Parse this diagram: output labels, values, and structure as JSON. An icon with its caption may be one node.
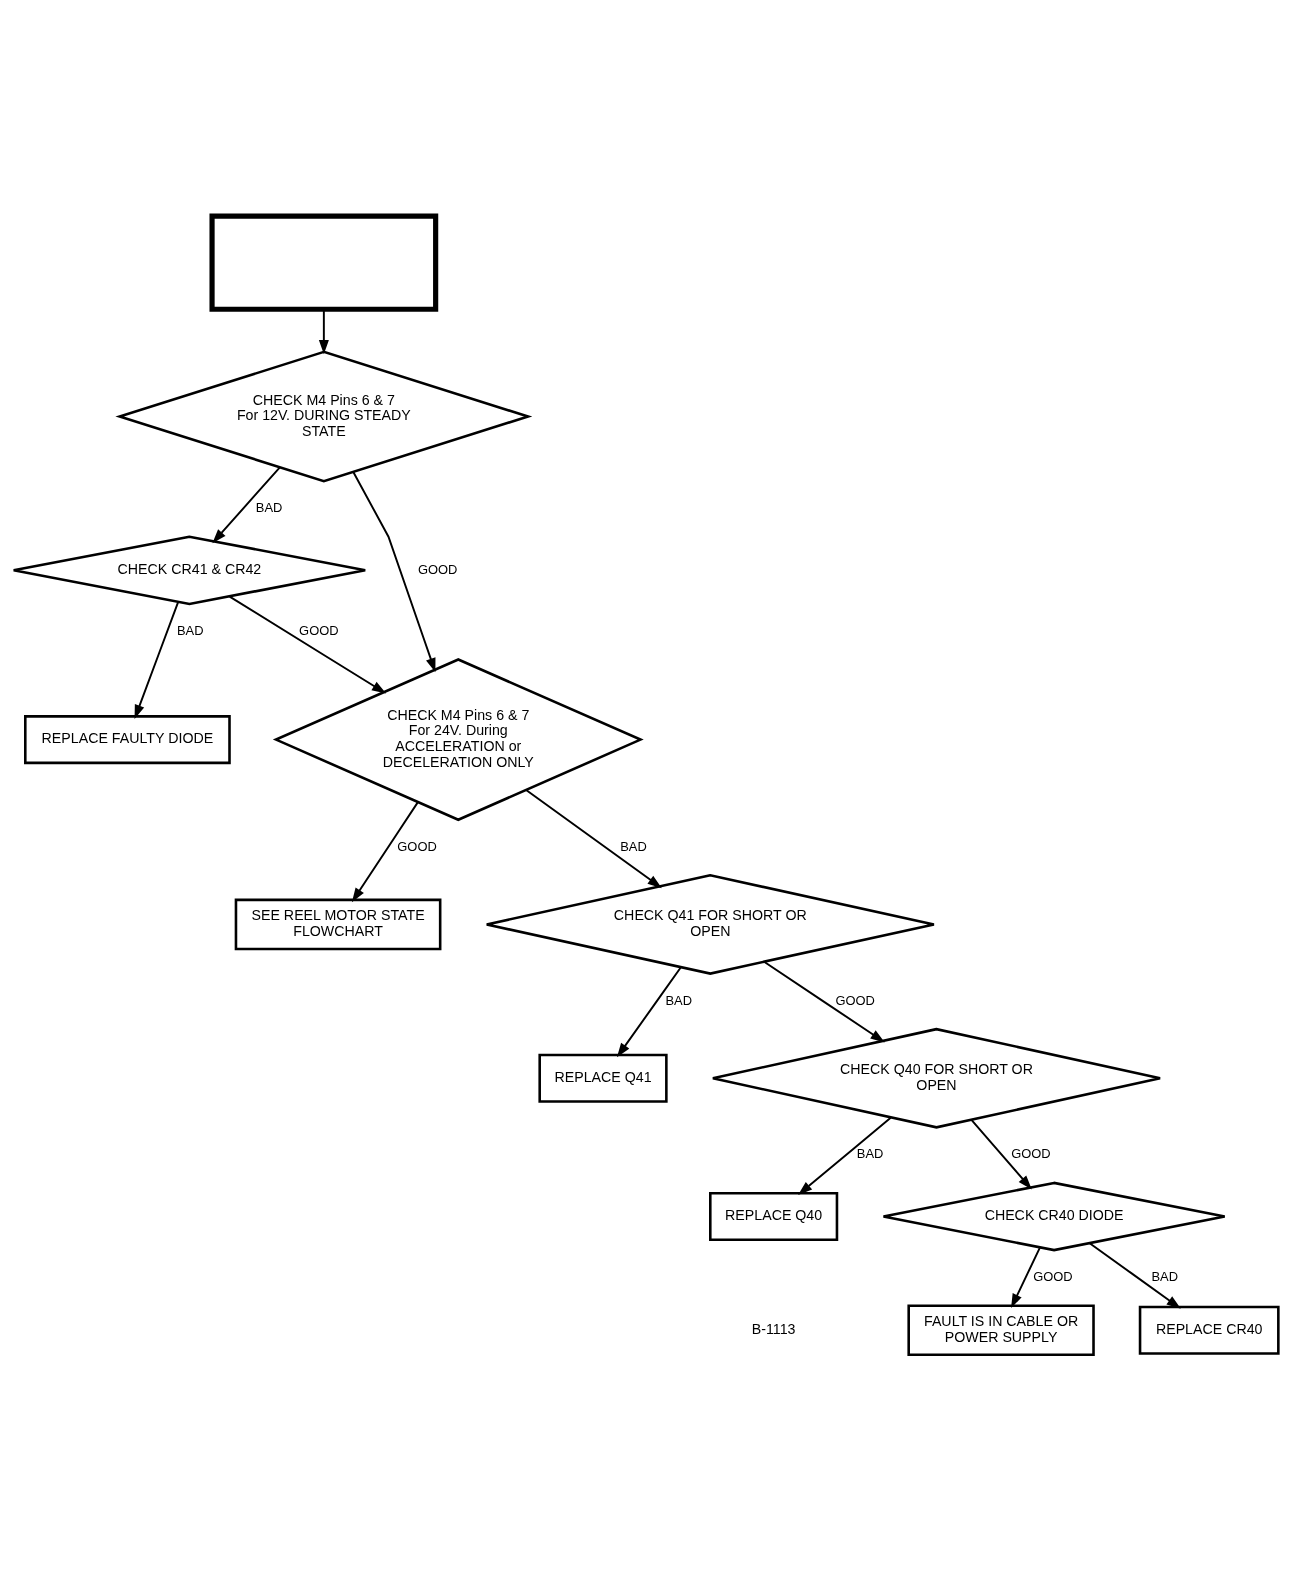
{
  "diagram": {
    "nodes": [
      {
        "text": [],
        "shape": "box"
      },
      {
        "text": [
          "CHECK M4 Pins 6 & 7 For 12V. DURING STEADY STATE"
        ]
      },
      {
        "text": [
          "CHECK CR41 & CR42"
        ]
      },
      {
        "text": [
          "REPLACE FAULTY DIODE"
        ]
      },
      {
        "text": [
          "CHECK M4 Pins 6 & 7 For 24V. During ACCELERATION or DECELERATION ONLY"
        ]
      },
      {
        "text": [
          "SEE REEL MOTOR STATE FLOWCHART"
        ]
      },
      {
        "text": [
          "CHECK Q41 FOR SHORT OR OPEN"
        ]
      },
      {
        "text": [
          "REPLACE Q41"
        ]
      },
      {
        "text": [
          "CHECK Q40 FOR SHORT OR OPEN"
        ]
      },
      {
        "text": [
          "REPLACE Q40"
        ]
      },
      {
        "text": [
          "CHECK CR40 DIODE"
        ]
      },
      {
        "text": [
          "FAULT IS IN CABLE OR POWER SUPPLY"
        ]
      },
      {
        "text": [
          "REPLACE CR40"
        ]
      }
    ],
    "edges": [
      {
        "from": 0,
        "to": 1,
        "arrow": "to"
      },
      {
        "from": 1,
        "to": 2,
        "arrow": "to",
        "label": "BAD"
      },
      {
        "from": 1,
        "to": 4,
        "arrow": "to",
        "label": "GOOD"
      },
      {
        "from": 2,
        "to": 3,
        "arrow": "to",
        "label": "BAD"
      },
      {
        "from": 2,
        "to": 4,
        "arrow": "to",
        "label": "GOOD"
      },
      {
        "from": 4,
        "to": 5,
        "arrow": "to",
        "label": "GOOD"
      },
      {
        "from": 4,
        "to": 6,
        "arrow": "to",
        "label": "BAD"
      },
      {
        "from": 6,
        "to": 8,
        "arrow": "to",
        "label": "GOOD"
      },
      {
        "from": 6,
        "to": 7,
        "arrow": "to",
        "label": "BAD"
      },
      {
        "from": 8,
        "to": 10,
        "arrow": "to",
        "label": "GOOD"
      },
      {
        "from": 8,
        "to": 9,
        "arrow": "to",
        "label": "BAD"
      },
      {
        "from": 10,
        "to": 11,
        "arrow": "to",
        "label": "GOOD"
      },
      {
        "from": 10,
        "to": 12,
        "arrow": "to",
        "label": "BAD"
      }
    ],
    "labels": [
      "B-1113"
    ]
  }
}
